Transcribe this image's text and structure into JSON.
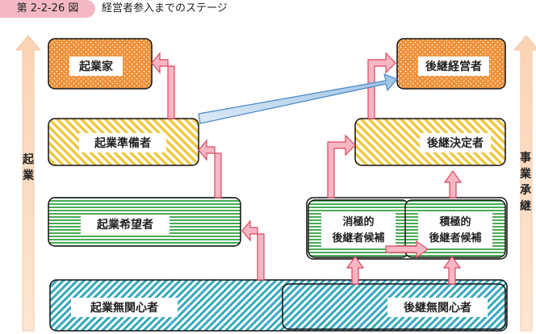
{
  "figure": {
    "number": "第 2-2-26 図",
    "title": "経営者参入までのステージ"
  },
  "boxes": {
    "founder": "起業家",
    "successor_ceo": "後継経営者",
    "prep_founder": "起業準備者",
    "decided_successor": "後継決定者",
    "hopeful_founder": "起業希望者",
    "passive_line1": "消極的",
    "passive_line2": "後継者候補",
    "active_line1": "積極的",
    "active_line2": "後継者候補",
    "uninterested_founder": "起業無関心者",
    "uninterested_successor": "後継無関心者"
  },
  "side_labels": {
    "left_char1": "起",
    "left_char2": "業",
    "right_char1": "事",
    "right_char2": "業",
    "right_char3": "承",
    "right_char4": "継"
  }
}
